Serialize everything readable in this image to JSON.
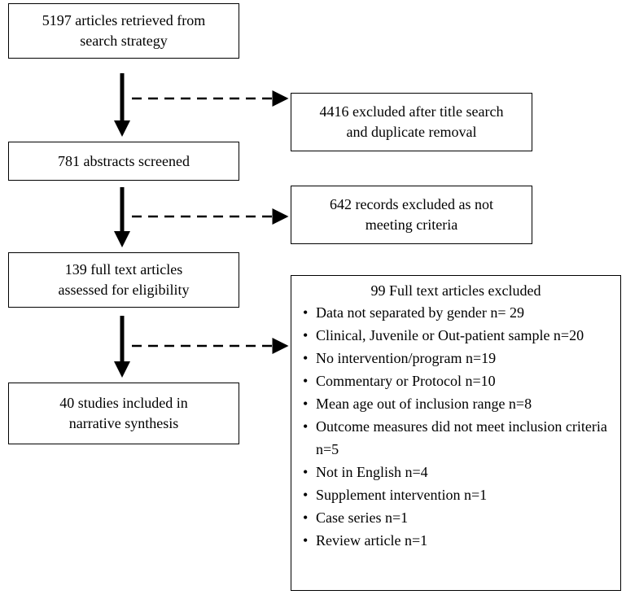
{
  "boxes": {
    "retrieved": [
      "5197 articles retrieved from",
      "search strategy"
    ],
    "excluded_title": [
      "4416 excluded after title search",
      "and duplicate removal"
    ],
    "abstracts": [
      "781 abstracts screened"
    ],
    "excluded_criteria": [
      "642 records excluded as not",
      "meeting criteria"
    ],
    "full_text": [
      "139 full text articles",
      "assessed for eligibility"
    ],
    "included": [
      "40 studies included in",
      "narrative synthesis"
    ]
  },
  "exclusions": {
    "title": "99 Full text articles excluded",
    "items": [
      "Data not separated by gender n= 29",
      "Clinical, Juvenile or Out-patient sample n=20",
      "No intervention/program n=19",
      "Commentary or Protocol n=10",
      "Mean age out of inclusion range n=8",
      "Outcome measures did not meet inclusion criteria n=5",
      "Not in English n=4",
      "Supplement intervention n=1",
      "Case series n=1",
      "Review article n=1"
    ]
  },
  "colors": {
    "stroke": "#000000",
    "background": "#ffffff"
  }
}
